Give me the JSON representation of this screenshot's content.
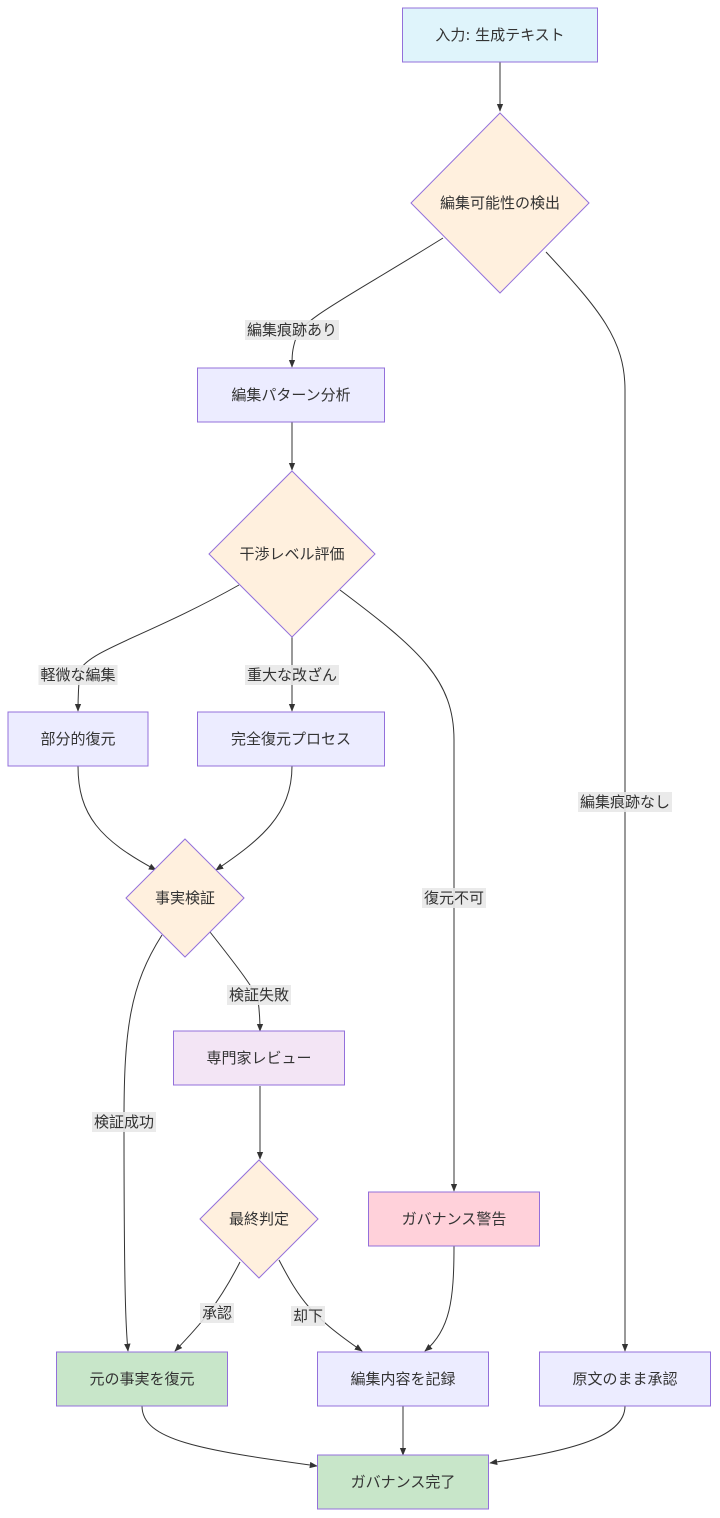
{
  "colors": {
    "input": "#dff4fb",
    "decision": "#fff0de",
    "process": "#ececff",
    "review": "#f3e5f5",
    "warning": "#ffd1da",
    "success": "#c8e6c9",
    "border": "#9370db",
    "line": "#333333"
  },
  "nodes": [
    {
      "id": "input",
      "shape": "rect",
      "style": "input",
      "label": "入力: 生成テキスト"
    },
    {
      "id": "detect",
      "shape": "diamond",
      "style": "decision",
      "label": "編集可能性の検出"
    },
    {
      "id": "pattern",
      "shape": "rect",
      "style": "process",
      "label": "編集パターン分析"
    },
    {
      "id": "level",
      "shape": "diamond",
      "style": "decision",
      "label": "干渉レベル評価"
    },
    {
      "id": "partial",
      "shape": "rect",
      "style": "process",
      "label": "部分的復元"
    },
    {
      "id": "full",
      "shape": "rect",
      "style": "process",
      "label": "完全復元プロセス"
    },
    {
      "id": "factcheck",
      "shape": "diamond",
      "style": "decision",
      "label": "事実検証"
    },
    {
      "id": "expert",
      "shape": "rect",
      "style": "review",
      "label": "専門家レビュー"
    },
    {
      "id": "final",
      "shape": "diamond",
      "style": "decision",
      "label": "最終判定"
    },
    {
      "id": "warn",
      "shape": "rect",
      "style": "warning",
      "label": "ガバナンス警告"
    },
    {
      "id": "restore",
      "shape": "rect",
      "style": "success",
      "label": "元の事実を復元"
    },
    {
      "id": "record",
      "shape": "rect",
      "style": "process",
      "label": "編集内容を記録"
    },
    {
      "id": "approve",
      "shape": "rect",
      "style": "process",
      "label": "原文のまま承認"
    },
    {
      "id": "done",
      "shape": "rect",
      "style": "success",
      "label": "ガバナンス完了"
    }
  ],
  "edges": [
    {
      "id": "e-input-detect",
      "from": "input",
      "to": "detect",
      "label": ""
    },
    {
      "id": "e-detect-pattern",
      "from": "detect",
      "to": "pattern",
      "label": "編集痕跡あり"
    },
    {
      "id": "e-detect-approve",
      "from": "detect",
      "to": "approve",
      "label": "編集痕跡なし"
    },
    {
      "id": "e-pattern-level",
      "from": "pattern",
      "to": "level",
      "label": ""
    },
    {
      "id": "e-level-partial",
      "from": "level",
      "to": "partial",
      "label": "軽微な編集"
    },
    {
      "id": "e-level-full",
      "from": "level",
      "to": "full",
      "label": "重大な改ざん"
    },
    {
      "id": "e-level-warn",
      "from": "level",
      "to": "warn",
      "label": "復元不可"
    },
    {
      "id": "e-partial-fact",
      "from": "partial",
      "to": "factcheck",
      "label": ""
    },
    {
      "id": "e-full-fact",
      "from": "full",
      "to": "factcheck",
      "label": ""
    },
    {
      "id": "e-fact-restore",
      "from": "factcheck",
      "to": "restore",
      "label": "検証成功"
    },
    {
      "id": "e-fact-expert",
      "from": "factcheck",
      "to": "expert",
      "label": "検証失敗"
    },
    {
      "id": "e-expert-final",
      "from": "expert",
      "to": "final",
      "label": ""
    },
    {
      "id": "e-final-restore",
      "from": "final",
      "to": "restore",
      "label": "承認"
    },
    {
      "id": "e-final-record",
      "from": "final",
      "to": "record",
      "label": "却下"
    },
    {
      "id": "e-warn-record",
      "from": "warn",
      "to": "record",
      "label": ""
    },
    {
      "id": "e-restore-done",
      "from": "restore",
      "to": "done",
      "label": ""
    },
    {
      "id": "e-record-done",
      "from": "record",
      "to": "done",
      "label": ""
    },
    {
      "id": "e-approve-done",
      "from": "approve",
      "to": "done",
      "label": ""
    }
  ]
}
